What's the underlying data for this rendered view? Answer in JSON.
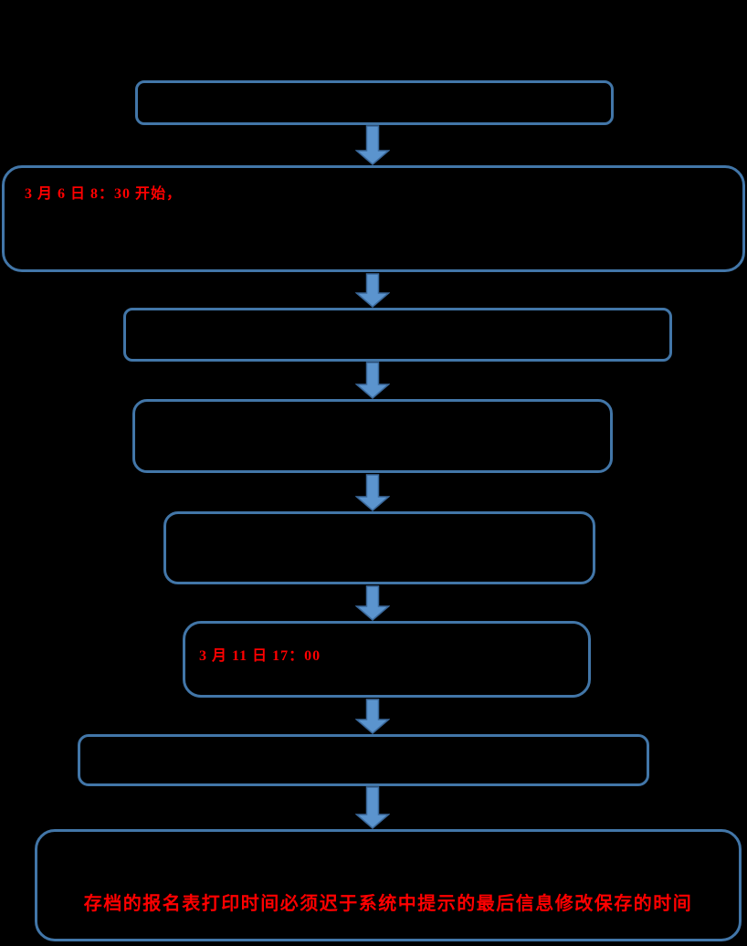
{
  "page": {
    "background": "#000000",
    "description": "Flowchart of eight rounded-rectangle steps connected by downward block arrows"
  },
  "colors": {
    "page_bg": "#000000",
    "box_border": "#4276A8",
    "arrow_fill": "#5B94CE",
    "arrow_stroke": "#3A689A",
    "text_red": "#FF0000"
  },
  "flowchart": {
    "boxes": [
      {
        "id": "step-1",
        "text": ""
      },
      {
        "id": "step-2",
        "text": "3 月 6 日 8：30 开始，"
      },
      {
        "id": "step-3",
        "text": ""
      },
      {
        "id": "step-4",
        "text": ""
      },
      {
        "id": "step-5",
        "text": ""
      },
      {
        "id": "step-6",
        "text": "3 月 11 日 17：00"
      },
      {
        "id": "step-7",
        "text": ""
      },
      {
        "id": "step-8",
        "text": "存档的报名表打印时间必须迟于系统中提示的最后信息修改保存的时间"
      }
    ]
  }
}
